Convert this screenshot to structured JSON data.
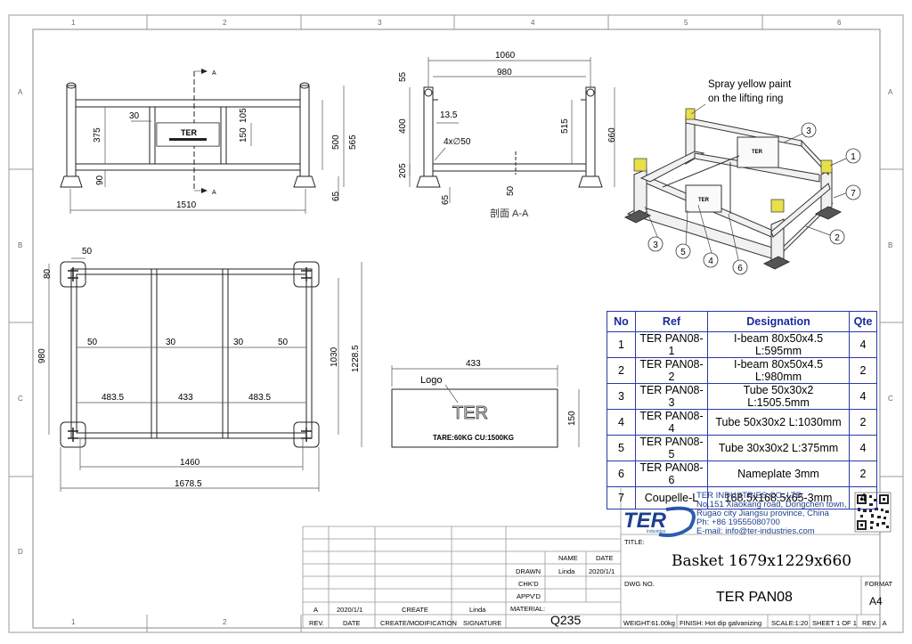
{
  "grid": {
    "cols": [
      "1",
      "2",
      "3",
      "4",
      "5",
      "6"
    ],
    "rows": [
      "A",
      "B",
      "C",
      "D"
    ]
  },
  "front_view": {
    "dims": [
      "30",
      "105",
      "375",
      "150",
      "500",
      "565",
      "90",
      "65",
      "1510"
    ],
    "section_marks": [
      "A",
      "A"
    ],
    "plate_text": "TER"
  },
  "side_view": {
    "dims": [
      "1060",
      "980",
      "55",
      "13.5",
      "400",
      "515",
      "660",
      "4x∅50",
      "205",
      "65",
      "50"
    ],
    "section_label": "剖面 A-A"
  },
  "iso_view": {
    "note_line1": "Spray yellow paint",
    "note_line2": "on the lifting ring",
    "balloons": [
      "1",
      "2",
      "3",
      "3",
      "4",
      "5",
      "6",
      "7"
    ],
    "plate_text": "TER"
  },
  "top_view": {
    "dims": [
      "50",
      "80",
      "980",
      "50",
      "30",
      "30",
      "50",
      "1030",
      "1228.5",
      "483.5",
      "433",
      "483.5",
      "1460",
      "1678.5"
    ]
  },
  "nameplate": {
    "dim_width": "433",
    "dim_height": "150",
    "logo_label": "Logo",
    "brand": "TER",
    "tare_line": "TARE:60KG CU:1500KG"
  },
  "bom": {
    "headers": [
      "No",
      "Ref",
      "Designation",
      "Qte"
    ],
    "rows": [
      [
        "1",
        "TER PAN08-1",
        "I-beam 80x50x4.5 L:595mm",
        "4"
      ],
      [
        "2",
        "TER PAN08-2",
        "I-beam 80x50x4.5 L:980mm",
        "2"
      ],
      [
        "3",
        "TER PAN08-3",
        "Tube 50x30x2 L:1505.5mm",
        "4"
      ],
      [
        "4",
        "TER PAN08-4",
        "Tube 50x30x2 L:1030mm",
        "2"
      ],
      [
        "5",
        "TER PAN08-5",
        "Tube 30x30x2 L:375mm",
        "4"
      ],
      [
        "6",
        "TER PAN08-6",
        "Nameplate 3mm",
        "2"
      ],
      [
        "7",
        "Coupelle-L",
        "168.5x168.5x65-3mm",
        "4"
      ]
    ]
  },
  "company": {
    "logo_text": "TER",
    "logo_sub": "industries",
    "name": "TER INDUSTRIES.CO.,LTD",
    "address1": "No.151 Xiaokang road, Dongchen town,",
    "address2": "Rugao city Jiangsu province, China",
    "phone": "Ph: +86 19555080700",
    "email": "E-mail: info@ter-industries.com"
  },
  "title_block": {
    "title_label": "TITLE:",
    "title": "Basket 1679x1229x660",
    "dwg_label": "DWG NO.",
    "dwg_no": "TER PAN08",
    "format_label": "FORMAT",
    "format": "A4",
    "name_label": "NAME",
    "date_label": "DATE",
    "drawn_label": "DRAWN",
    "drawn_name": "Linda",
    "drawn_date": "2020/1/1",
    "chkd_label": "CHK'D",
    "apprd_label": "APPV'D",
    "material_label": "MATERIAL:",
    "material": "Q235",
    "rev_letter": "A",
    "rev_date": "2020/1/1",
    "rev_action": "CREATE",
    "rev_signature": "Linda",
    "rev_col": "REV.",
    "date_col": "DATE",
    "mod_col": "CREATE/MODIFICATION",
    "sig_col": "SIGNATURE",
    "weight": "WEIGHT:61.00kg",
    "finish": "FINISH: Hot dip galvanizing",
    "scale": "SCALE:1:20",
    "sheet": "SHEET 1 OF 1",
    "rev": "REV. : A"
  }
}
